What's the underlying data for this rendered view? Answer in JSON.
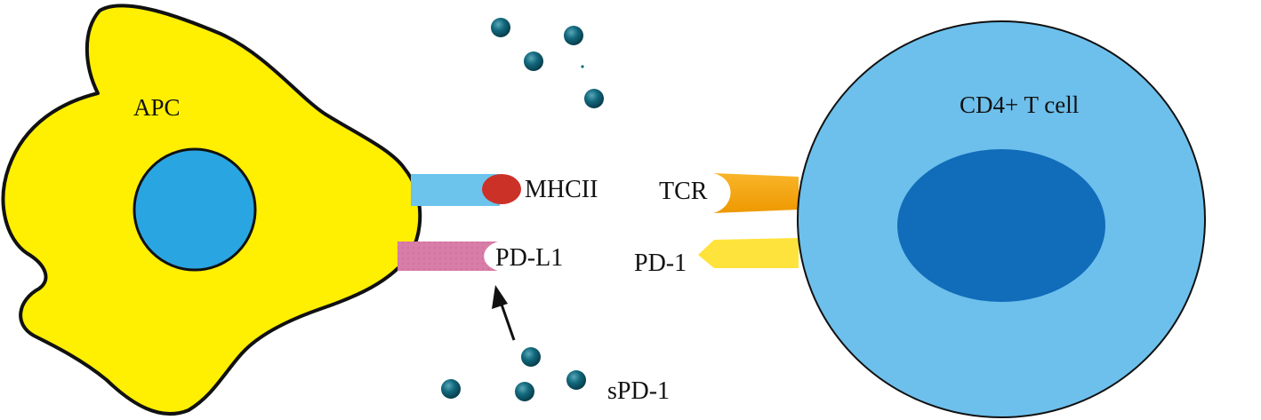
{
  "diagram": {
    "apc_label": "APC",
    "tcell_label": "CD4+ T cell",
    "mhcii_label": "MHCII",
    "pdl1_label": "PD-L1",
    "tcr_label": "TCR",
    "pd1_label": "PD-1",
    "spd1_label": "sPD-1"
  },
  "colors": {
    "apc_body": "#FFEF00",
    "apc_outline": "#111111",
    "apc_nucleus": "#29A6E2",
    "tcell_body": "#6DC0EC",
    "tcell_nucleus": "#116DBA",
    "mhcii_stalk": "#6CC4EC",
    "mhcii_head": "#CC3128",
    "pdl1": "#D87DA8",
    "tcr": "#F5A60B",
    "pd1": "#FFE33D",
    "spd1_molecule": "#0E5F72",
    "arrow": "#111111"
  }
}
